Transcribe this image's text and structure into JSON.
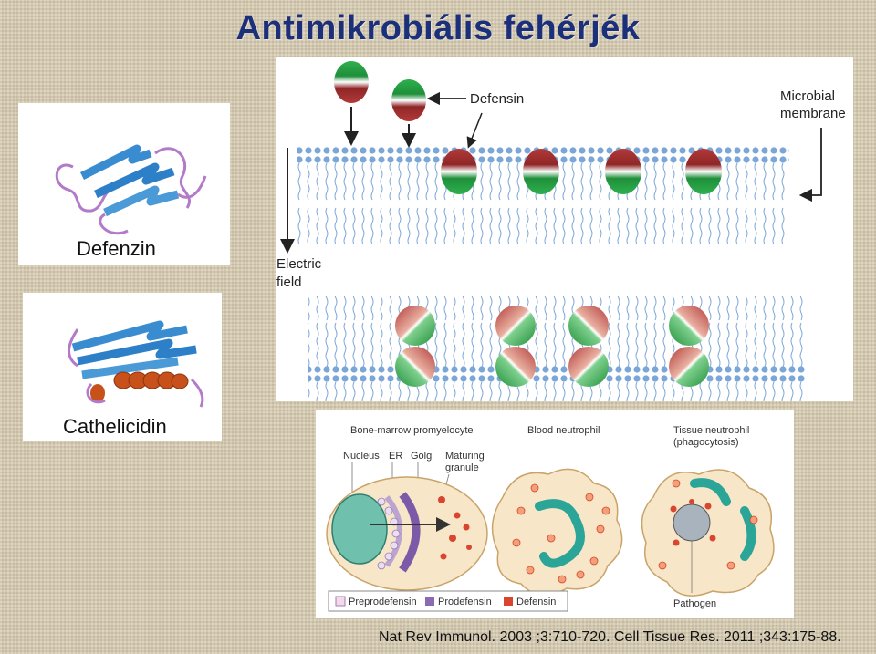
{
  "title": "Antimikrobiális fehérjék",
  "defensin_panel": {
    "caption": "Defenzin"
  },
  "cathelicidin_panel": {
    "caption": "Cathelicidin"
  },
  "membrane_diagram": {
    "defensin_label": "Defensin",
    "microbial_label_1": "Microbial",
    "microbial_label_2": "membrane",
    "electric_label_1": "Electric",
    "electric_label_2": "field"
  },
  "neutrophil_diagram": {
    "stage1": "Bone-marrow promyelocyte",
    "stage2": "Blood neutrophil",
    "stage3_line1": "Tissue neutrophil",
    "stage3_line2": "(phagocytosis)",
    "nucleus": "Nucleus",
    "er": "ER",
    "golgi": "Golgi",
    "maturing_1": "Maturing",
    "maturing_2": "granule",
    "legend_1": "Preprodefensin",
    "legend_2": "Prodefensin",
    "legend_3": "Defensin",
    "pathogen": "Pathogen"
  },
  "citation": "Nat Rev Immunol. 2003 ;3:710-720.  Cell Tissue Res. 2011 ;343:175-88.",
  "colors": {
    "title": "#1b2f7a",
    "defensin_red": "#9b2b2b",
    "defensin_green": "#1c9a3c",
    "lipid_blue": "#7aa6d8"
  }
}
